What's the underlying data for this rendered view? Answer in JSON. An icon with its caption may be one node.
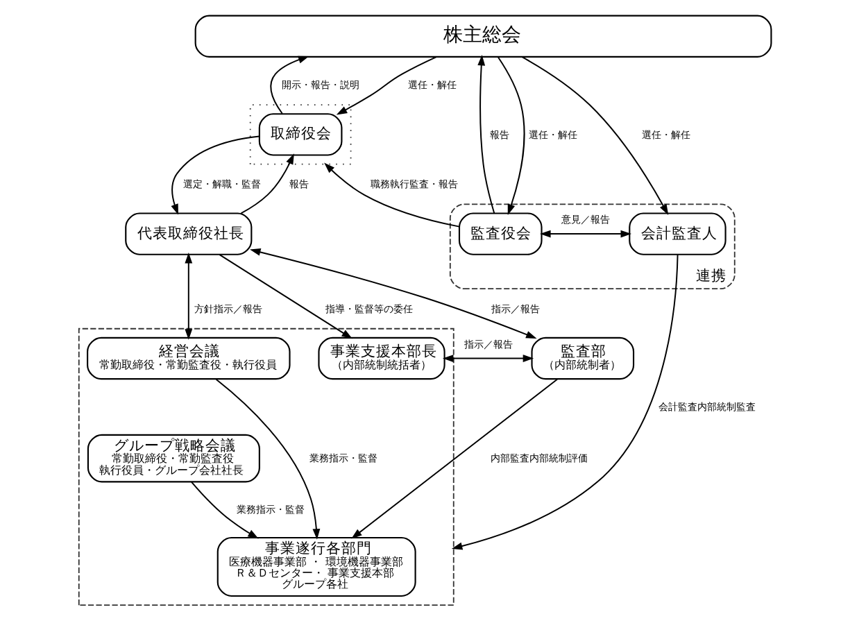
{
  "diagram": {
    "nodes": [
      {
        "text": [
          "株主総会"
        ]
      },
      {
        "text": [],
        "shape": "box"
      },
      {
        "text": [
          "取締役会"
        ],
        "in": 1
      },
      {
        "text": [
          "連携"
        ]
      },
      {
        "text": [
          "監査役会"
        ],
        "in": 3
      },
      {
        "text": [
          "会計監査人"
        ],
        "in": 3
      },
      {
        "text": [],
        "shape": "box"
      },
      {
        "text": [
          "代表取締役社長"
        ]
      },
      {
        "text": [
          "事業支援本部長",
          "（内部統制統括者）"
        ],
        "in": 6
      },
      {
        "text": [
          "監査部",
          "（内部統制者）"
        ]
      },
      {
        "text": [
          "経営会議",
          "常勤取締役・常勤監査役・執行役員"
        ],
        "in": 6
      },
      {
        "text": [
          "グループ戦略会議",
          "常勤取締役・常勤監査役",
          "執行役員・グループ会社社長"
        ],
        "in": 6
      },
      {
        "text": [
          "事業遂行各部門",
          "医療機器事業部 ・ 環境機器事業部",
          "Ｒ＆Ｄセンター・ 事業支援本部",
          "グループ各社"
        ],
        "in": 6
      }
    ],
    "edges": [
      {
        "from": 0,
        "to": 2,
        "arrow": "to",
        "label": "選任・解任"
      },
      {
        "from": 2,
        "to": 0,
        "arrow": "to",
        "label": "開示・報告・説明"
      },
      {
        "from": 0,
        "to": 4,
        "arrow": "to",
        "label": "選任・解任"
      },
      {
        "from": 4,
        "to": 0,
        "arrow": "to",
        "label": "報告"
      },
      {
        "from": 0,
        "to": 5,
        "arrow": "to",
        "label": "選任・解任"
      },
      {
        "from": 4,
        "to": 1,
        "arrow": "to",
        "label": "職務執行監査・報告"
      },
      {
        "from": 4,
        "to": 5,
        "arrow": "both",
        "label": "意見／報告"
      },
      {
        "from": 2,
        "to": 7,
        "arrow": "to",
        "label": "選定・解職・監督"
      },
      {
        "from": 7,
        "to": 2,
        "arrow": "to",
        "label": "報告"
      },
      {
        "from": 7,
        "to": 9,
        "arrow": "both",
        "label": "指示／報告"
      },
      {
        "from": 7,
        "to": 8,
        "arrow": "to",
        "label": "指導・監督等の委任"
      },
      {
        "from": 7,
        "to": 10,
        "arrow": "both",
        "label": "方針指示／報告"
      },
      {
        "from": 8,
        "to": 9,
        "arrow": "both",
        "label": "指示／報告"
      },
      {
        "from": 10,
        "to": 12,
        "arrow": "to",
        "label": "業務指示・監督"
      },
      {
        "from": 11,
        "to": 12,
        "arrow": "to",
        "label": "業務指示・監督"
      },
      {
        "from": 9,
        "to": 12,
        "arrow": "to",
        "label": "内部監査内部統制評価"
      },
      {
        "from": 5,
        "to": 6,
        "arrow": "to",
        "label": "会計監査内部統制監査"
      }
    ]
  }
}
